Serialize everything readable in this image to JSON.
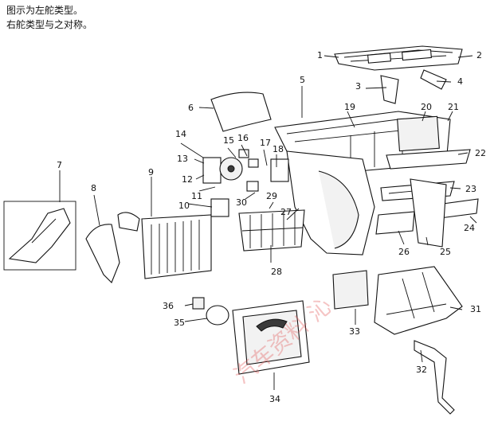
{
  "notes": {
    "line1": "图示为左舵类型。",
    "line2": "右舵类型与之对称。"
  },
  "callouts": [
    "1",
    "2",
    "3",
    "4",
    "5",
    "6",
    "7",
    "8",
    "9",
    "10",
    "11",
    "12",
    "13",
    "14",
    "15",
    "16",
    "17",
    "18",
    "19",
    "20",
    "21",
    "22",
    "23",
    "24",
    "25",
    "26",
    "27",
    "28",
    "29",
    "30",
    "31",
    "32",
    "33",
    "34",
    "35",
    "36"
  ],
  "watermark": "汽车资料 沁"
}
